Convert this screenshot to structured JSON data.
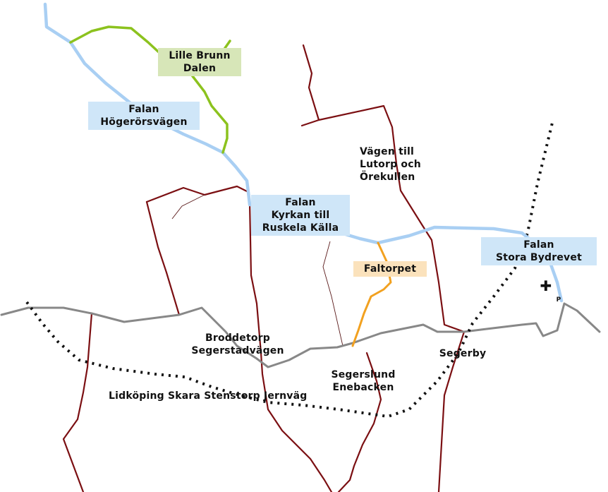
{
  "labels": {
    "lille_brunn": "Lille Brunn\nDalen",
    "falan_hogerors": "Falan\nHögerörsvägen",
    "falan_kyrkan": "Falan\nKyrkan till\nRuskela Källa",
    "vagen_lutorp": "Vägen till\nLutorp och\nÖrekullen",
    "faltorpet": "Faltorpet",
    "falan_stora": "Falan\nStora Bydrevet",
    "broddetorp": "Broddetorp\nSegerstadvägen",
    "segersLund": "Segerslund\nEnebacken",
    "segerby": "Segerby",
    "railway": "Lidköping Skara Stenstorp Jernväg",
    "church_symbol": "✚",
    "parking_symbol": "P"
  },
  "colors": {
    "trail_blue": "#a9cff3",
    "trail_green": "#8cc21e",
    "trail_orange": "#f2a120",
    "road_red": "#7b0f12",
    "road_gray": "#888888",
    "railway": "#111111"
  }
}
